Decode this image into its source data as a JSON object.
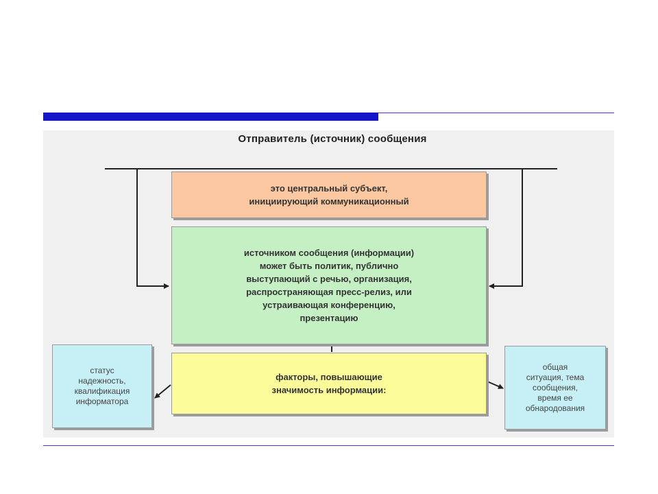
{
  "title": "Отправитель (источник) сообщения",
  "boxes": {
    "central": "это центральный субъект,\nинициирующий коммуникационный",
    "source": "источником сообщения (информации)\nможет быть политик, публично\nвыступающий с речью, организация,\nраспространяющая пресс-релиз, или\nустраивающая конференцию,\nпрезентацию",
    "factors": "факторы, повышающие\nзначимость информации:",
    "left": "статус\nнадежность,\nквалификация\nинформатора",
    "right": "общая\nситуация, тема\nсообщения,\nвремя ее\nобнародования"
  },
  "colors": {
    "accent_blue": "#1414c8",
    "orange_box": "#fbc8a2",
    "green_box": "#c4f0c4",
    "yellow_box": "#fcfc9a",
    "cyan_box": "#c6f0f6"
  }
}
